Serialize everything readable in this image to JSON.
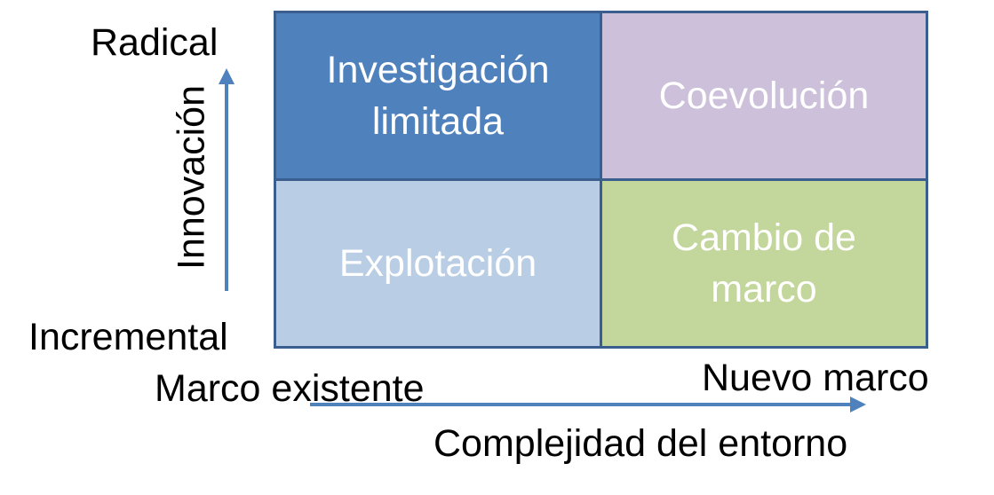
{
  "quadrants": {
    "top_left": {
      "lines": [
        "Investigación",
        "limitada"
      ],
      "color": "#4f81bd"
    },
    "top_right": {
      "lines": [
        "Coevolución"
      ],
      "color": "#ccc0da"
    },
    "bottom_left": {
      "lines": [
        "Explotación"
      ],
      "color": "#b9cde5"
    },
    "bottom_right": {
      "lines": [
        "Cambio de",
        "marco"
      ],
      "color": "#c3d69b"
    }
  },
  "y_axis": {
    "title": "Innovación",
    "top_label": "Radical",
    "bottom_label": "Incremental"
  },
  "x_axis": {
    "title": "Complejidad del entorno",
    "left_label": "Marco existente",
    "right_label": "Nuevo marco"
  },
  "colors": {
    "arrow": "#4f81bd",
    "border": "#3a5f8f"
  }
}
